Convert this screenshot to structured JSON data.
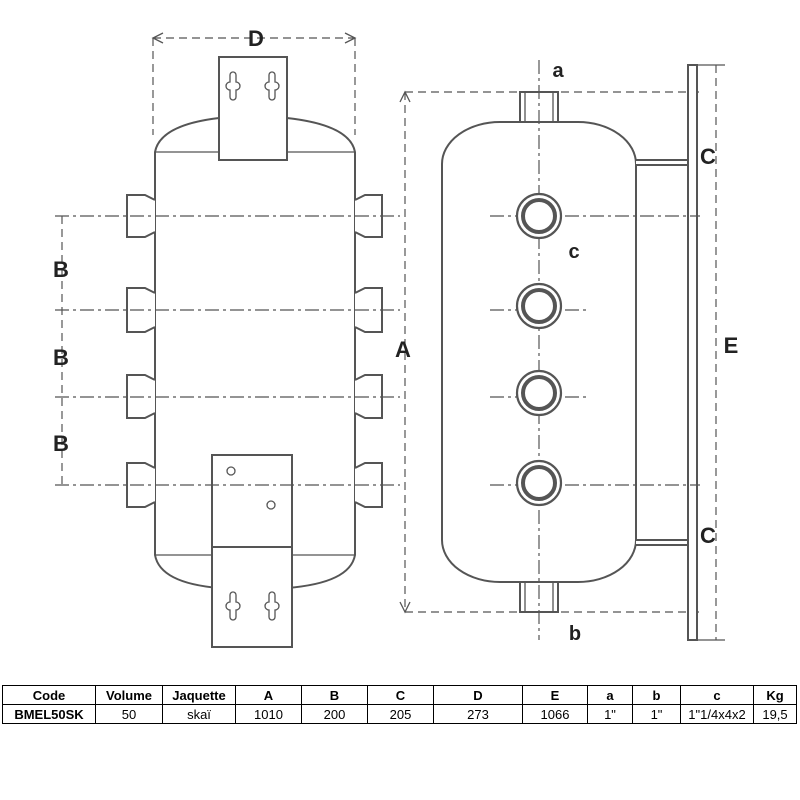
{
  "drawing": {
    "labels": {
      "D": "D",
      "B1": "B",
      "B2": "B",
      "B3": "B",
      "A": "A",
      "E": "E",
      "C_top": "C",
      "C_bottom": "C",
      "a": "a",
      "b": "b",
      "c": "c"
    }
  },
  "table": {
    "headers": [
      "Code",
      "Volume",
      "Jaquette",
      "A",
      "B",
      "C",
      "D",
      "E",
      "a",
      "b",
      "c",
      "Kg"
    ],
    "rows": [
      [
        "BMEL50SK",
        "50",
        "skaï",
        "1010",
        "200",
        "205",
        "273",
        "1066",
        "1\"",
        "1\"",
        "1\"1/4x4x2",
        "19,5"
      ]
    ]
  }
}
